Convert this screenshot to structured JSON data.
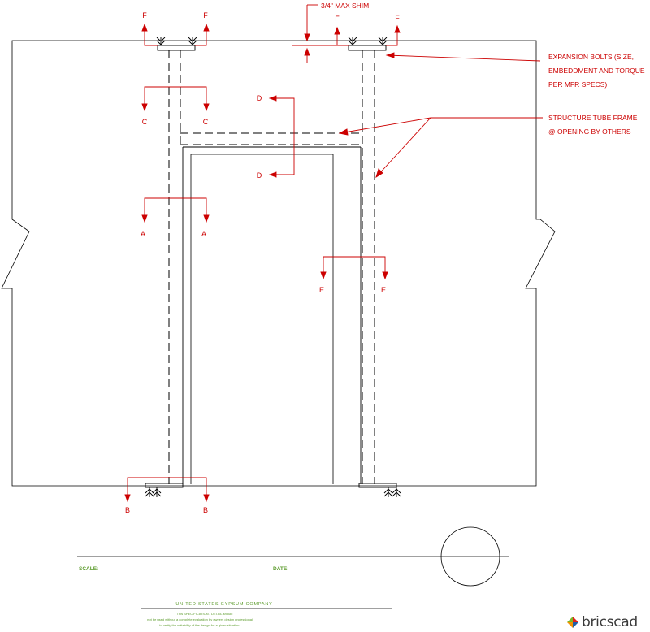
{
  "labels": {
    "shim": "3/4\" MAX SHIM",
    "bolts_l1": "EXPANSION BOLTS (SIZE,",
    "bolts_l2": "EMBEDDMENT AND TORQUE",
    "bolts_l3": "PER MFR SPECS)",
    "tube_l1": "STRUCTURE TUBE FRAME",
    "tube_l2": "@ OPENING BY OTHERS"
  },
  "section_marks": {
    "a": "A",
    "b": "B",
    "c": "C",
    "d": "D",
    "e": "E",
    "f": "F"
  },
  "title_block": {
    "scale_label": "SCALE:",
    "date_label": "DATE:",
    "company": "UNITED STATES GYPSUM COMPANY",
    "note_1": "This SPECIFICATION / DETAIL should",
    "note_2": "not be used without a complete evaluation by owners design professional",
    "note_3": "to verify the suitability of the design for a given situation."
  },
  "logo": {
    "text": "bricscad",
    "icon": "bricscad-logo-icon",
    "colors": [
      "#e2231a",
      "#1f5fa8",
      "#f39200",
      "#7ab829"
    ]
  },
  "colors": {
    "line": "#000000",
    "annotation": "#cc0000",
    "title_text": "#5a9a2a"
  }
}
